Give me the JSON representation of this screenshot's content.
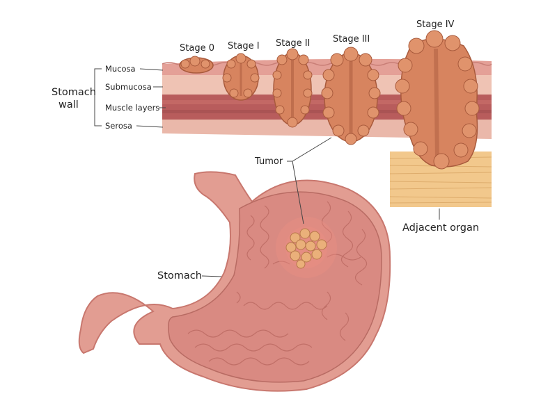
{
  "stages": [
    "Stage 0",
    "Stage I",
    "Stage II",
    "Stage III",
    "Stage IV"
  ],
  "wall": {
    "group_label_line1": "Stomach",
    "group_label_line2": "wall",
    "layers": [
      "Mucosa",
      "Submucosa",
      "Muscle layers",
      "Serosa"
    ]
  },
  "labels": {
    "tumor": "Tumor",
    "adjacent_organ": "Adjacent organ",
    "stomach": "Stomach"
  },
  "colors": {
    "mucosa": "#e4a097",
    "submucosa": "#efc3b4",
    "muscle": "#b85c5c",
    "serosa": "#eab8aa",
    "tumor": "#d7845f",
    "tumor_dark": "#a85a3c",
    "organ": "#f2c88c",
    "stomach_outer": "#e29d92",
    "stomach_inner": "#d98a82"
  }
}
